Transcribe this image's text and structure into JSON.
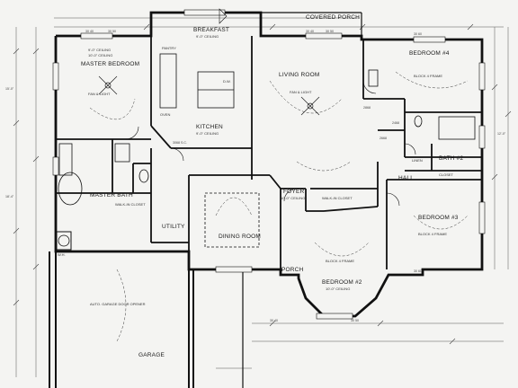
{
  "rooms": {
    "master_bedroom": {
      "name": "MASTER BEDROOM",
      "ceiling": "9'-0\" CEILING",
      "ceiling2": "10'-0\" CEILING"
    },
    "breakfast": {
      "name": "BREAKFAST",
      "ceiling": "9'-0\" CEILING"
    },
    "kitchen": {
      "name": "KITCHEN",
      "ceiling": "9'-0\" CEILING"
    },
    "living_room": {
      "name": "LIVING ROOM"
    },
    "covered_porch": {
      "name": "COVERED PORCH"
    },
    "bedroom4": {
      "name": "BEDROOM #4",
      "note": "BLOCK 4 FRAME"
    },
    "bath2": {
      "name": "BATH #2"
    },
    "master_bath": {
      "name": "MASTER BATH"
    },
    "walk_in_closet": {
      "name": "WALK-IN CLOSET"
    },
    "utility": {
      "name": "UTILITY"
    },
    "dining_room": {
      "name": "DINING ROOM"
    },
    "foyer": {
      "name": "FOYER",
      "ceiling": "10'-0\" CEILING"
    },
    "walk_in_closet2": {
      "name": "WALK-IN CLOSET"
    },
    "hall": {
      "name": "HALL"
    },
    "bedroom3": {
      "name": "BEDROOM #3",
      "note": "BLOCK 4 FRAME"
    },
    "bedroom2": {
      "name": "BEDROOM #2",
      "note": "BLOCK 4 FRAME",
      "ceiling": "10'-0\" CEILING"
    },
    "porch": {
      "name": "PORCH"
    },
    "garage": {
      "name": "GARAGE"
    },
    "auto_door": {
      "name": "AUTO. GARAGE DOOR OPENER"
    }
  },
  "fixtures": {
    "fan_light": "FAN & LIGHT",
    "linen": "LINEN",
    "closet": "CLOSET",
    "pantry": "PANTRY",
    "dw": "D.W.",
    "oven": "OVEN",
    "wh": "W.H."
  },
  "dimensions": [
    "30 40",
    "30 50",
    "30 40",
    "30 50",
    "30 60",
    "30 40",
    "30 50",
    "30 60",
    "2868",
    "2668",
    "2468",
    "3068 S.C.",
    "15'-0\"",
    "18'-4\"",
    "12'-0\""
  ]
}
